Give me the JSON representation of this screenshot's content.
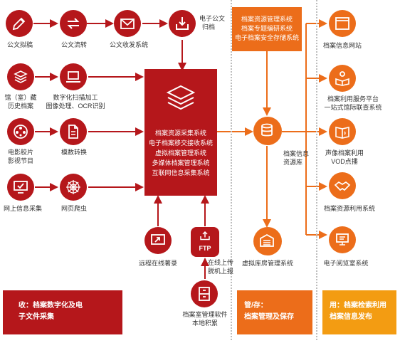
{
  "left_nodes": {
    "gongwen_nigao": "公文拟稿",
    "gongwen_liuzhuan": "公文流转",
    "gongwen_shoufa": "公文收发系统",
    "guidang_line1": "电子公文",
    "guidang_line2": "归档",
    "guanshi_line1": "馆（室）藏",
    "guanshi_line2": "历史档案",
    "saomiao_line1": "数字化扫描加工",
    "saomiao_line2": "图像处理、OCR识别",
    "dianying_line1": "电影胶片",
    "dianying_line2": "影视节目",
    "moshu": "模数转换",
    "wangshang": "网上信息采集",
    "wangye": "网页爬虫",
    "yuancheng": "远程在线著录",
    "zaixian_line1": "在线上传",
    "zaixian_line2": "脱机上报",
    "bendi_line1": "档案室管理软件",
    "bendi_line2": "本地积累",
    "ftp": "FTP"
  },
  "center_box": {
    "items": [
      "档案资源采集系统",
      "电子档案移交接收系统",
      "虚拟档案管理系统",
      "多媒体档案管理系统",
      "互联网信息采集系统"
    ]
  },
  "mgmt_box": {
    "items": [
      "档案资源管理系统",
      "档案专题编研系统",
      "电子档案安全存储系统"
    ]
  },
  "middle": {
    "resource_line1": "档案信息",
    "resource_line2": "资源库",
    "warehouse": "虚拟库房管理系统"
  },
  "right_nodes": {
    "website": "档案信息网站",
    "platform_line1": "档案利用服务平台",
    "platform_line2": "一站式馆际联查系统",
    "vod_line1": "声像档案利用",
    "vod_line2": "VOD点播",
    "utilize": "档案资源利用系统",
    "reading": "电子阅览室系统"
  },
  "footer": {
    "collect_line1": "收：档案数字化及电",
    "collect_line2": "子文件采集",
    "store_line1": "管/存：",
    "store_line2": "档案管理及保存",
    "use_line1": "用：档案检索利用",
    "use_line2": "档案信息发布"
  },
  "colors": {
    "red": "#b5171b",
    "orange": "#ec6d1a",
    "gold": "#f39c12"
  }
}
